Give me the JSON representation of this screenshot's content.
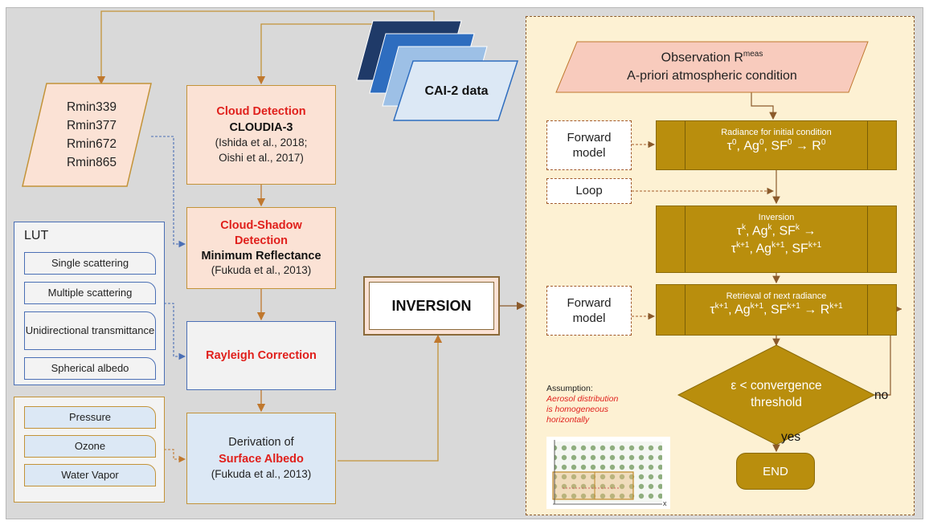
{
  "rmin": {
    "lines": [
      "Rmin339",
      "Rmin377",
      "Rmin672",
      "Rmin865"
    ]
  },
  "cloud_detection": {
    "title": "Cloud Detection",
    "subtitle": "CLOUDIA-3",
    "ref1": "(Ishida et al., 2018;",
    "ref2": "Oishi et al., 2017)"
  },
  "cloud_shadow": {
    "title1": "Cloud-Shadow",
    "title2": "Detection",
    "subtitle": "Minimum Reflectance",
    "ref": "(Fukuda et al., 2013)"
  },
  "rayleigh": {
    "title": "Rayleigh Correction"
  },
  "surface_albedo": {
    "line1": "Derivation of",
    "title": "Surface Albedo",
    "ref": "(Fukuda et al., 2013)"
  },
  "cai2": {
    "label": "CAI-2 data"
  },
  "lut": {
    "title": "LUT",
    "items": [
      "Single scattering",
      "Multiple scattering",
      "Unidirectional transmittance",
      "Spherical albedo"
    ]
  },
  "atmos": {
    "items": [
      "Pressure",
      "Ozone",
      "Water Vapor"
    ]
  },
  "inversion_main": {
    "label": "INVERSION"
  },
  "observation": {
    "line1": "Observation R",
    "sup": "meas",
    "line2": "A-priori atmospheric condition"
  },
  "forward_model_1": {
    "line1": "Forward",
    "line2": "model"
  },
  "loop": {
    "label": "Loop"
  },
  "forward_model_2": {
    "line1": "Forward",
    "line2": "model"
  },
  "radiance_initial": {
    "title": "Radiance for initial condition"
  },
  "inversion_step": {
    "title": "Inversion"
  },
  "retrieval_next": {
    "title": "Retrieval of next radiance"
  },
  "convergence": {
    "line1": "ε < convergence",
    "line2": "threshold"
  },
  "decision": {
    "no": "no",
    "yes": "yes"
  },
  "end": {
    "label": "END"
  },
  "assumption": {
    "title": "Assumption:",
    "l1": "Aerosol distribution",
    "l2": "is homogeneous",
    "l3": "horizontally"
  },
  "mini_axis": {
    "label": "x"
  },
  "colors": {
    "gold": "#b98e0d",
    "orange_line": "#c39338",
    "red_text": "#e0201c",
    "blue_line": "#4a6fb5"
  }
}
